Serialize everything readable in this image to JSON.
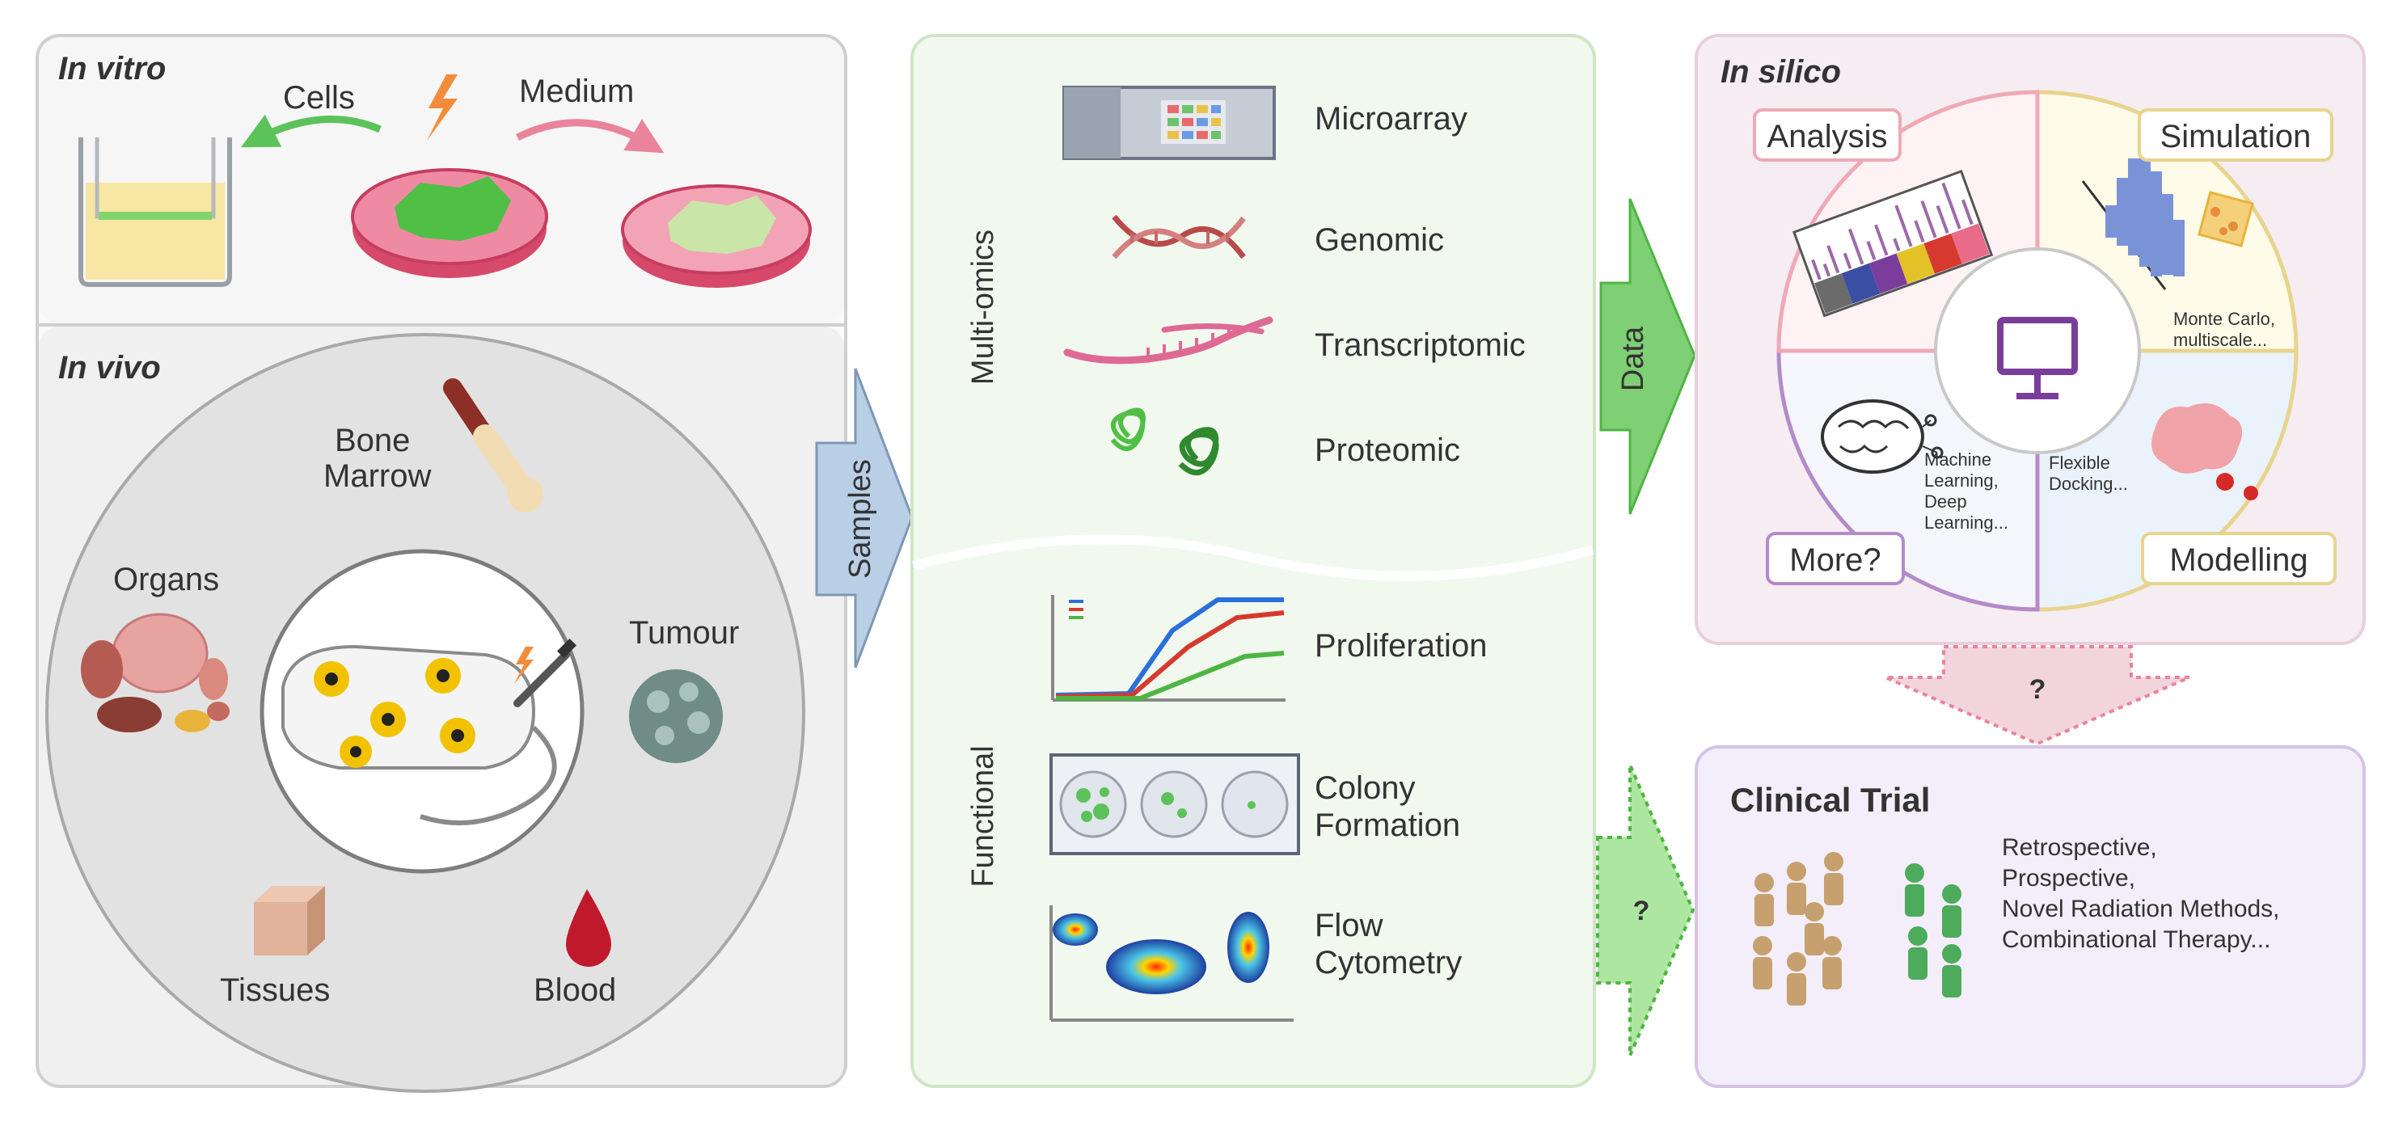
{
  "in_vitro": {
    "title": "In vitro",
    "cells_label": "Cells",
    "medium_label": "Medium"
  },
  "in_vivo": {
    "title": "In vivo",
    "bone_marrow": [
      "Bone",
      "Marrow"
    ],
    "organs": "Organs",
    "tumour": "Tumour",
    "tissues": "Tissues",
    "blood": "Blood"
  },
  "arrows": {
    "samples": "Samples",
    "data": "Data",
    "question": "?"
  },
  "omics": {
    "multi_label": "Multi-omics",
    "items": [
      "Microarray",
      "Genomic",
      "Transcriptomic",
      "Proteomic"
    ]
  },
  "functional": {
    "label": "Functional",
    "proliferation": "Proliferation",
    "colony": [
      "Colony",
      "Formation"
    ],
    "flow": [
      "Flow",
      "Cytometry"
    ]
  },
  "in_silico": {
    "title": "In silico",
    "analysis": "Analysis",
    "simulation": "Simulation",
    "modelling": "Modelling",
    "more": "More?",
    "monte_carlo": [
      "Monte Carlo,",
      "multiscale..."
    ],
    "machine_learning": [
      "Machine",
      "Learning,",
      "Deep",
      "Learning..."
    ],
    "docking": [
      "Flexible",
      "Docking..."
    ]
  },
  "clinical": {
    "title": "Clinical Trial",
    "items": [
      "Retrospective,",
      "Prospective,",
      "Novel Radiation Methods,",
      "Combinational Therapy..."
    ]
  },
  "colors": {
    "green": "#5cc25a",
    "pink": "#e9849a",
    "blue_arrow": "#b9cfe6",
    "purple_icon": "#7a3d9c",
    "clinical_tan": "#c6a06e",
    "clinical_green": "#4dab5c"
  }
}
